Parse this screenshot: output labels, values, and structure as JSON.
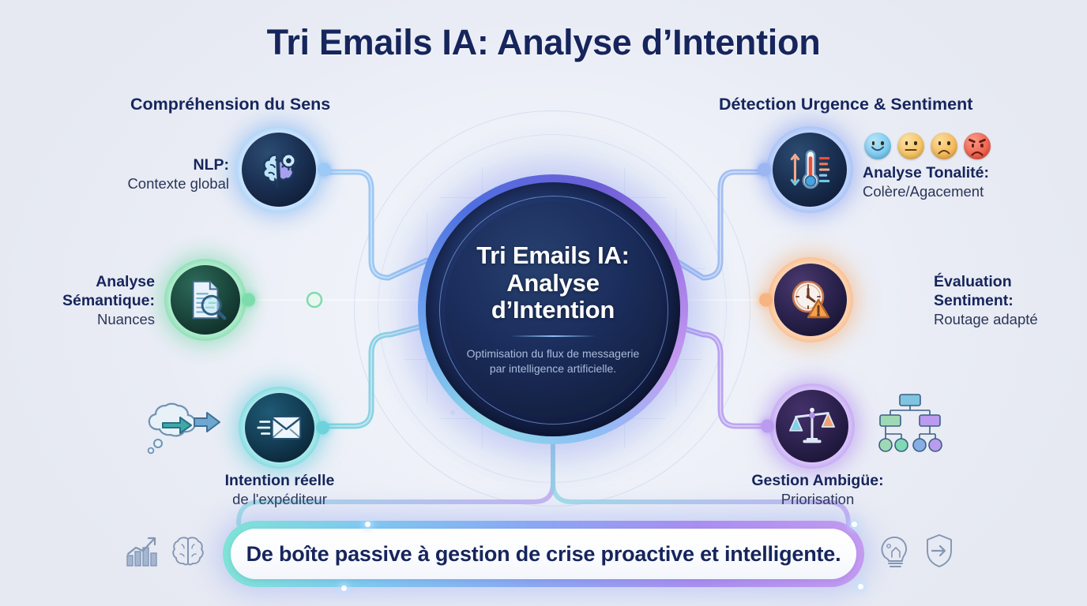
{
  "title": "Tri Emails IA: Analyse d’Intention",
  "columns": {
    "left_header": "Compréhension du Sens",
    "right_header": "Détection Urgence & Sentiment"
  },
  "hub": {
    "title_line1": "Tri Emails IA:",
    "title_line2": "Analyse",
    "title_line3": "d’Intention",
    "subtitle": "Optimisation du flux de messagerie par intelligence artificielle."
  },
  "nodes": {
    "left": [
      {
        "id": "nlp",
        "icon": "brain-gear-icon",
        "title": "NLP:",
        "subtitle": "Contexte global",
        "accent": "#9cc9f5"
      },
      {
        "id": "semantique",
        "icon": "document-magnifier-icon",
        "title_line1": "Analyse",
        "title_line2": "Sémantique:",
        "subtitle": "Nuances",
        "accent": "#7ddcab"
      },
      {
        "id": "intention",
        "icon": "envelope-speed-icon",
        "title": "Intention réelle",
        "subtitle": "de l'expéditeur",
        "accent": "#6ed2da"
      }
    ],
    "right": [
      {
        "id": "tonalite",
        "icon": "thermometer-gauge-icon",
        "title": "Analyse Tonalité:",
        "subtitle": "Colère/Agacement",
        "accent": "#9bb6f2"
      },
      {
        "id": "sentiment",
        "icon": "clock-warning-icon",
        "title_line1": "Évaluation",
        "title_line2": "Sentiment:",
        "subtitle": "Routage adapté",
        "accent": "#f7b380"
      },
      {
        "id": "ambigue",
        "icon": "balance-scales-icon",
        "title": "Gestion Ambigüe:",
        "subtitle": "Priorisation",
        "accent": "#bb9bf0"
      }
    ]
  },
  "sentiment_emojis": [
    {
      "name": "happy-face-emoji",
      "color": "#7ecbf0",
      "mood": "happy"
    },
    {
      "name": "neutral-face-emoji",
      "color": "#f5c364",
      "mood": "neutral"
    },
    {
      "name": "sad-face-emoji",
      "color": "#f5b95c",
      "mood": "sad"
    },
    {
      "name": "angry-face-emoji",
      "color": "#ef6450",
      "mood": "angry"
    }
  ],
  "banner": {
    "text": "De boîte passive à gestion de crise proactive et intelligente."
  },
  "decorations": {
    "bottom_left": [
      "growth-chart-icon",
      "brain-outline-icon"
    ],
    "bottom_right": [
      "lightbulb-head-icon",
      "shield-arrow-icon"
    ],
    "left_mid": "thought-bubble-arrow-icon",
    "right_mid": "org-chart-icon"
  },
  "colors": {
    "title": "#16255c",
    "hub_text": "#ffffff",
    "hub_sub": "#bdd0ee",
    "background": "#eef1f8"
  }
}
